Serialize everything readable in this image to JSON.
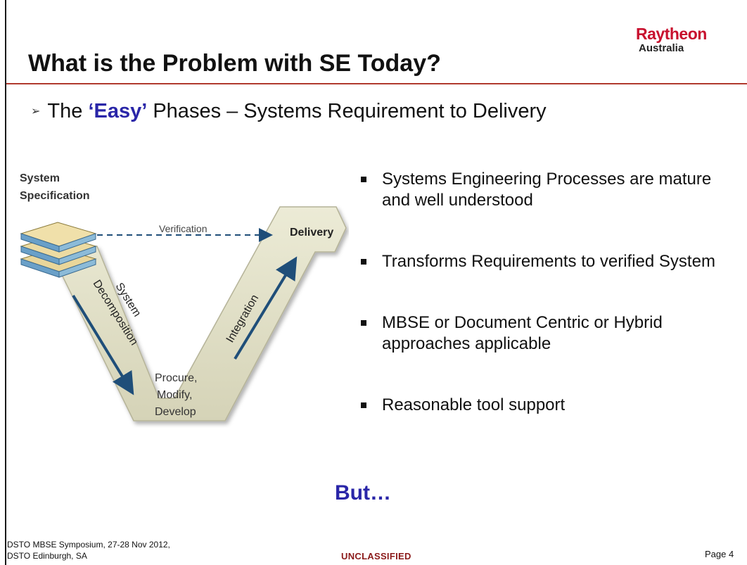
{
  "logo": {
    "brand": "Raytheon",
    "region": "Australia"
  },
  "title": "What is the Problem with SE Today?",
  "subtitle": {
    "prefix": "The ",
    "emphasis": "‘Easy’",
    "suffix": " Phases – Systems Requirement to Delivery",
    "bullet_icon": "arrow-bullet-icon"
  },
  "diagram": {
    "spec_label_1": "System",
    "spec_label_2": "Specification",
    "verification": "Verification",
    "delivery": "Delivery",
    "decomp_1": "System",
    "decomp_2": "Decomposition",
    "integration": "Integration",
    "bottom_1": "Procure,",
    "bottom_2": "Modify,",
    "bottom_3": "Develop"
  },
  "bullets": [
    "Systems Engineering Processes are mature and well understood",
    "Transforms Requirements to verified System",
    "MBSE or Document Centric or Hybrid approaches applicable",
    "Reasonable tool support"
  ],
  "but": "But…",
  "footer": {
    "left_1": "DSTO MBSE Symposium, 27-28 Nov 2012,",
    "left_2": "DSTO Edinburgh, SA",
    "classification": "UNCLASSIFIED",
    "page": "Page 4"
  },
  "colors": {
    "accent_blue": "#2a26a8",
    "brand_red": "#c8102e",
    "title_rule": "#b03a2e",
    "arrow_blue": "#1f4e79"
  }
}
